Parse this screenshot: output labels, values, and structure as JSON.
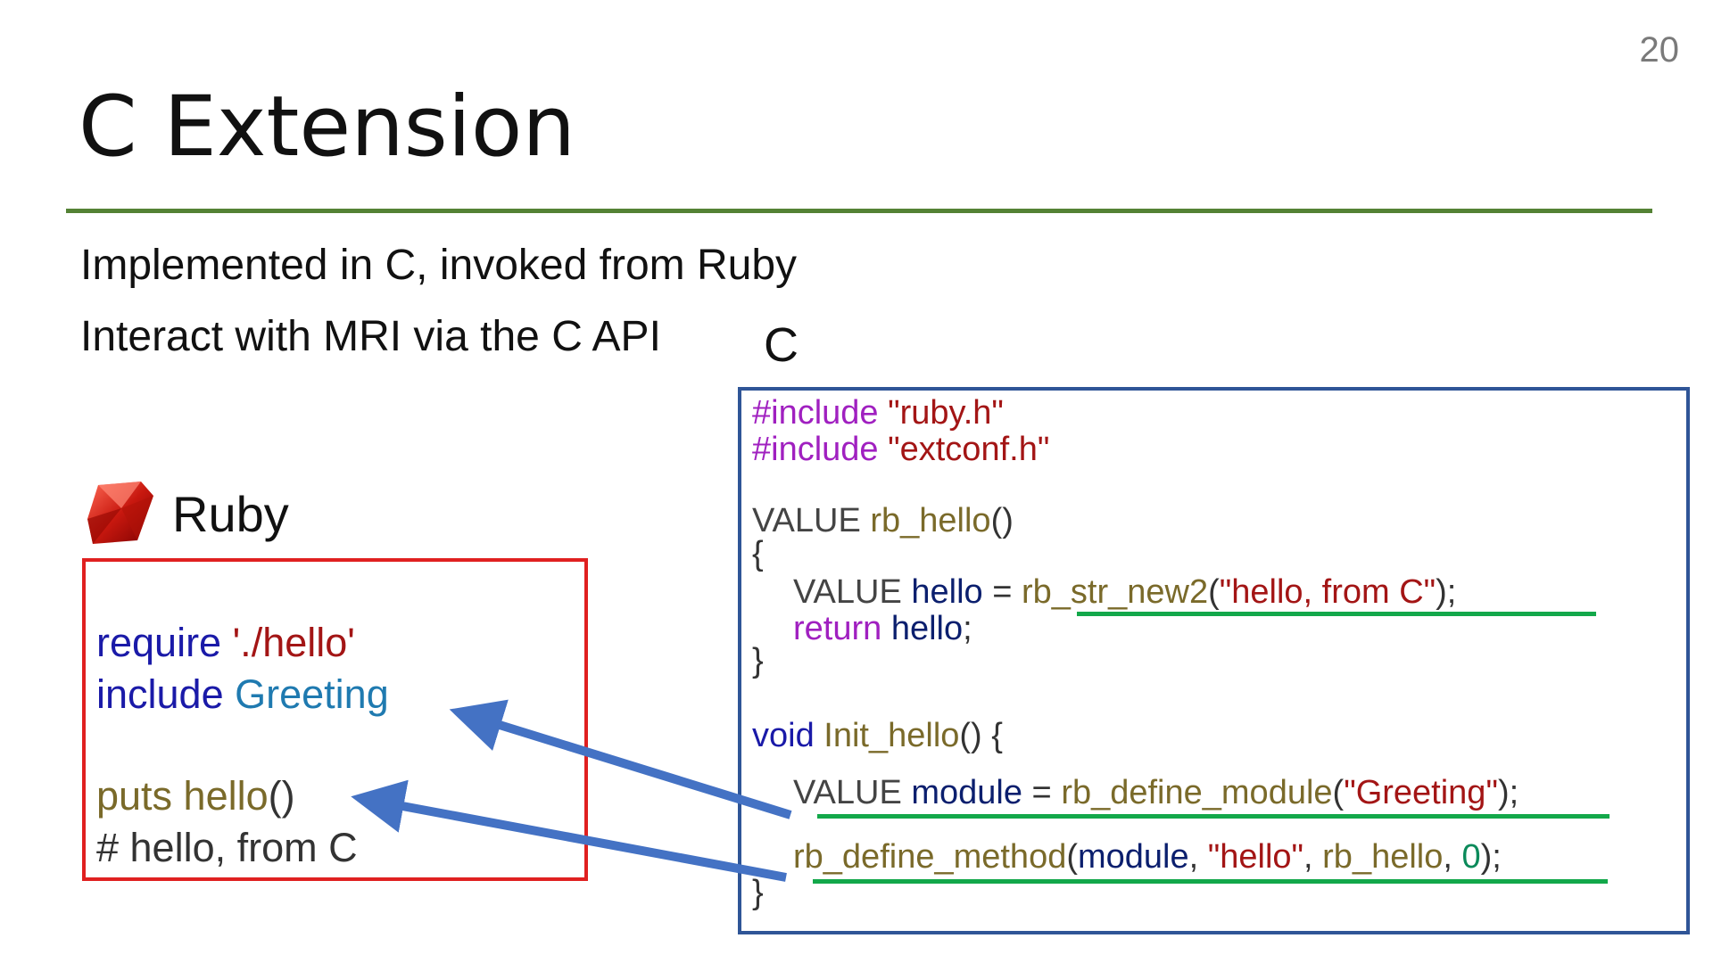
{
  "slide": {
    "page_number": "20",
    "title": "C Extension",
    "bullets": [
      "Implemented in C, invoked from Ruby",
      "Interact with MRI via the C API"
    ],
    "c_label": "C",
    "ruby_label": "Ruby"
  },
  "ruby_code": {
    "line1": {
      "keyword": "require",
      "string": "'./hello'"
    },
    "line2": {
      "keyword": "include",
      "module": "Greeting"
    },
    "line3": {
      "method": "puts hello",
      "parens": "()"
    },
    "line4": {
      "comment": "# hello, from C"
    }
  },
  "c_code": {
    "include1": {
      "directive": "#include",
      "file": "\"ruby.h\""
    },
    "include2": {
      "directive": "#include",
      "file": "\"extconf.h\""
    },
    "hello_sig": {
      "type": "VALUE",
      "name": "rb_hello",
      "parens": "()"
    },
    "open_brace": "{",
    "hello_decl": {
      "type": "VALUE",
      "var": "hello",
      "eq": " = ",
      "fn": "rb_str_new2",
      "lparen": "(",
      "str": "\"hello, from C\"",
      "end": ");"
    },
    "return_line": {
      "keyword": "return",
      "var": "hello",
      "end": ";"
    },
    "close_brace": "}",
    "init_sig": {
      "type": "void",
      "name": "Init_hello",
      "rest": "() {"
    },
    "module_decl": {
      "type": "VALUE",
      "var": "module",
      "eq": " = ",
      "fn": "rb_define_module",
      "lparen": "(",
      "str": "\"Greeting\"",
      "end": ");"
    },
    "method_line": {
      "fn": "rb_define_method",
      "lparen": "(",
      "arg1": "module",
      "sep1": ", ",
      "str": "\"hello\"",
      "sep2": ", ",
      "arg3": "rb_hello",
      "sep3": ", ",
      "num": "0",
      "end": ");"
    },
    "final_brace": "}"
  },
  "colors": {
    "title_rule": "#548235",
    "ruby_box_border": "#e02020",
    "c_box_border": "#2f5597",
    "underline": "#13a84a",
    "arrow": "#4472c4"
  }
}
